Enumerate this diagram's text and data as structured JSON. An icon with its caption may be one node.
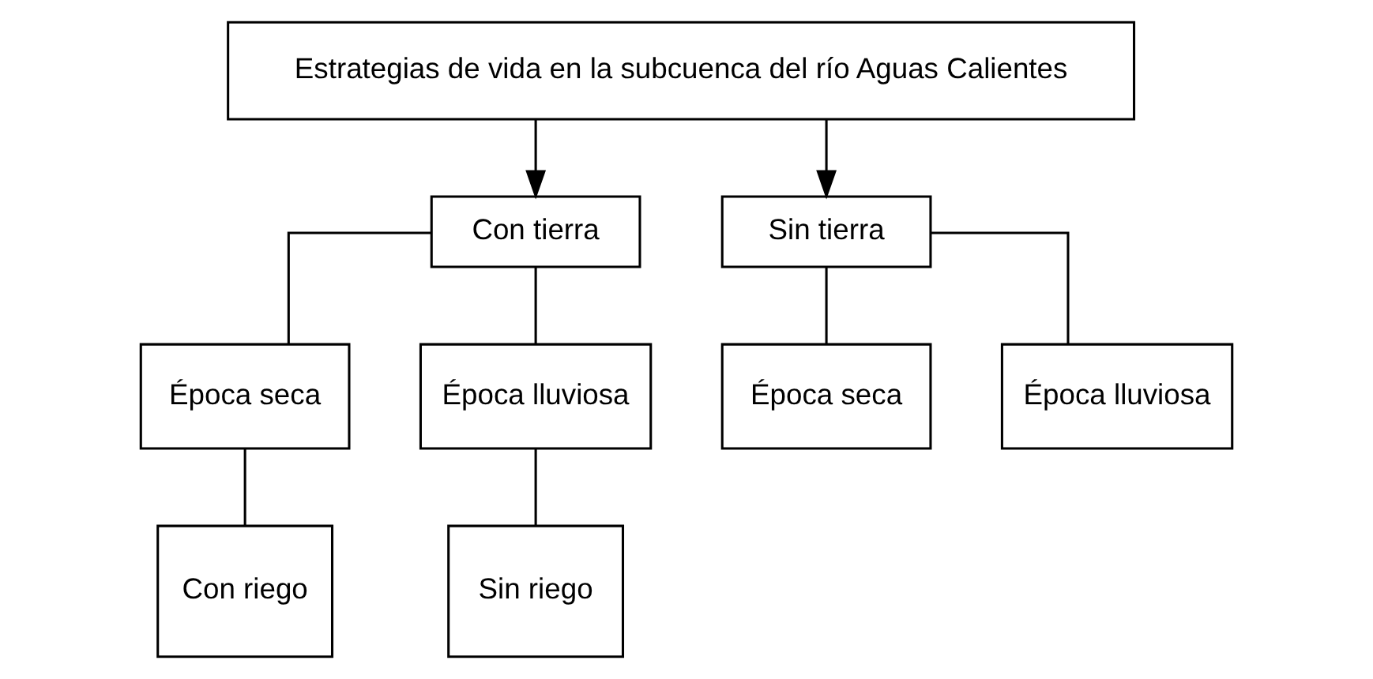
{
  "diagram": {
    "nodes": [
      {
        "text": [
          "Estrategias de vida en la subcuenca del río Aguas Calientes"
        ]
      },
      {
        "text": [
          "Con tierra"
        ]
      },
      {
        "text": [
          "Sin tierra"
        ]
      },
      {
        "text": [
          "Época seca"
        ]
      },
      {
        "text": [
          "Época lluviosa"
        ]
      },
      {
        "text": [
          "Época seca"
        ]
      },
      {
        "text": [
          "Época lluviosa"
        ]
      },
      {
        "text": [
          "Con riego"
        ]
      },
      {
        "text": [
          "Sin riego"
        ]
      }
    ],
    "edges": [
      {
        "from": 0,
        "to": 1,
        "arrow": "to"
      },
      {
        "from": 0,
        "to": 2,
        "arrow": "to"
      },
      {
        "from": 1,
        "to": 3,
        "arrow": "none"
      },
      {
        "from": 1,
        "to": 4,
        "arrow": "none"
      },
      {
        "from": 2,
        "to": 5,
        "arrow": "none"
      },
      {
        "from": 2,
        "to": 6,
        "arrow": "none"
      },
      {
        "from": 3,
        "to": 7,
        "arrow": "none"
      },
      {
        "from": 4,
        "to": 8,
        "arrow": "none"
      }
    ]
  }
}
